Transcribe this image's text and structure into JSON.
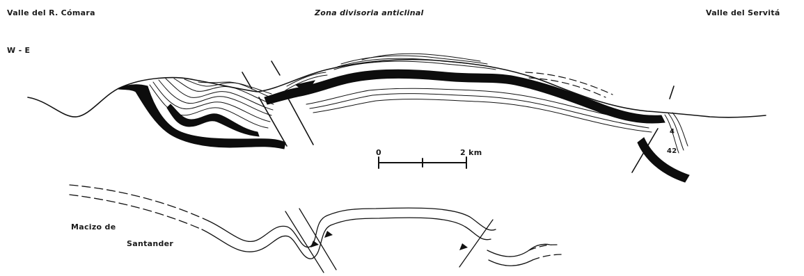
{
  "header": {
    "left": "Valle del R. Cómara",
    "center": "Zona divisoria anticlinal",
    "right": "Valle del Servitá"
  },
  "orientation": "W - E",
  "scale_bar": {
    "start": "0",
    "end": "2 km"
  },
  "lower_label": {
    "line1": "Macizo de",
    "line2": "Santander"
  },
  "annotations": {
    "a": "4",
    "b": "42"
  }
}
